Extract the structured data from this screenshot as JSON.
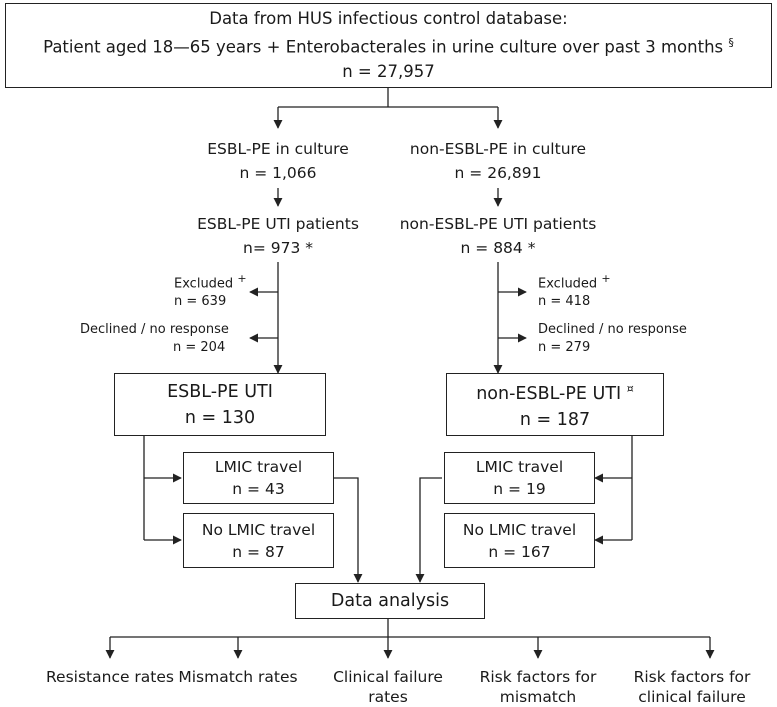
{
  "top": {
    "line1": "Data from HUS infectious control database:",
    "line2": "Patient aged 18—65 years + Enterobacterales in urine culture over past 3 months",
    "line2_mark": "§",
    "line3": "n = 27,957"
  },
  "left": {
    "culture_label": "ESBL-PE in culture",
    "culture_n": "n = 1,066",
    "uti_label": "ESBL-PE UTI patients",
    "uti_n": "n= 973 *",
    "excluded_label": "Excluded",
    "excluded_mark": "+",
    "excluded_n": "n = 639",
    "declined_label": "Declined / no response",
    "declined_n": "n = 204",
    "group_label": "ESBL-PE UTI",
    "group_n": "n = 130",
    "lmic_label": "LMIC travel",
    "lmic_n": "n = 43",
    "nolmic_label": "No LMIC travel",
    "nolmic_n": "n = 87"
  },
  "right": {
    "culture_label": "non-ESBL-PE in culture",
    "culture_n": "n = 26,891",
    "uti_label": "non-ESBL-PE UTI patients",
    "uti_n": "n = 884 *",
    "excluded_label": "Excluded",
    "excluded_mark": "+",
    "excluded_n": "n = 418",
    "declined_label": "Declined / no response",
    "declined_n": "n = 279",
    "group_label": "non-ESBL-PE UTI",
    "group_mark": "¤",
    "group_n": "n = 187",
    "lmic_label": "LMIC travel",
    "lmic_n": "n = 19",
    "nolmic_label": "No LMIC travel",
    "nolmic_n": "n = 167"
  },
  "analysis": {
    "label": "Data analysis"
  },
  "outcomes": [
    {
      "line1": "Resistance rates",
      "line2": ""
    },
    {
      "line1": "Mismatch rates",
      "line2": ""
    },
    {
      "line1": "Clinical failure",
      "line2": "rates"
    },
    {
      "line1": "Risk factors for",
      "line2": "mismatch"
    },
    {
      "line1": "Risk factors for",
      "line2": "clinical failure"
    }
  ]
}
